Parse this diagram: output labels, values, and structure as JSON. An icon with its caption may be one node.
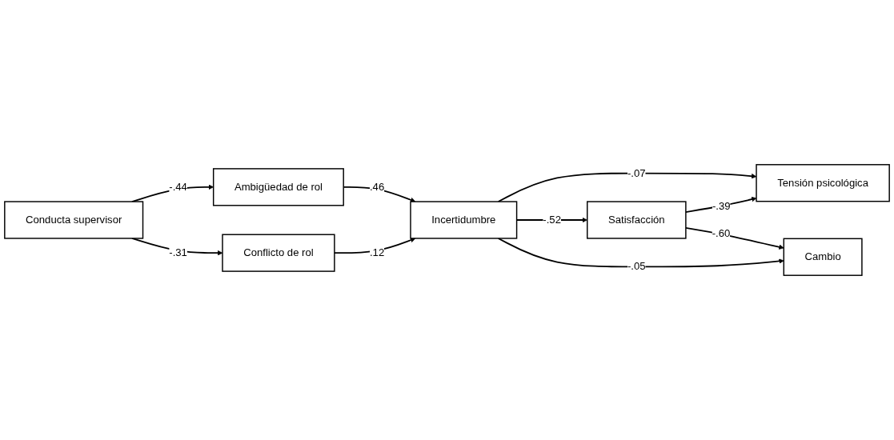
{
  "diagram": {
    "nodes": [
      {
        "text": [
          "Conducta supervisor"
        ]
      },
      {
        "text": [
          "Ambigüedad de rol"
        ]
      },
      {
        "text": [
          "Conflicto de rol"
        ]
      },
      {
        "text": [
          "Incertidumbre"
        ]
      },
      {
        "text": [
          "Tensión psicológica"
        ]
      },
      {
        "text": [
          "Satisfacción"
        ]
      },
      {
        "text": [
          "Cambio"
        ]
      }
    ],
    "edges": [
      {
        "from": 0,
        "to": 1,
        "arrow": "to",
        "label": "-.44"
      },
      {
        "from": 0,
        "to": 2,
        "arrow": "to",
        "label": "-.31"
      },
      {
        "from": 1,
        "to": 3,
        "arrow": "to",
        "label": ".46"
      },
      {
        "from": 2,
        "to": 3,
        "arrow": "to",
        "label": ".12"
      },
      {
        "from": 3,
        "to": 4,
        "arrow": "to",
        "label": "-.07"
      },
      {
        "from": 3,
        "to": 5,
        "arrow": "to",
        "label": "-.52"
      },
      {
        "from": 3,
        "to": 6,
        "arrow": "to",
        "label": "-.05"
      },
      {
        "from": 5,
        "to": 4,
        "arrow": "to",
        "label": "-.39"
      },
      {
        "from": 5,
        "to": 6,
        "arrow": "to",
        "label": "-.60"
      }
    ]
  }
}
